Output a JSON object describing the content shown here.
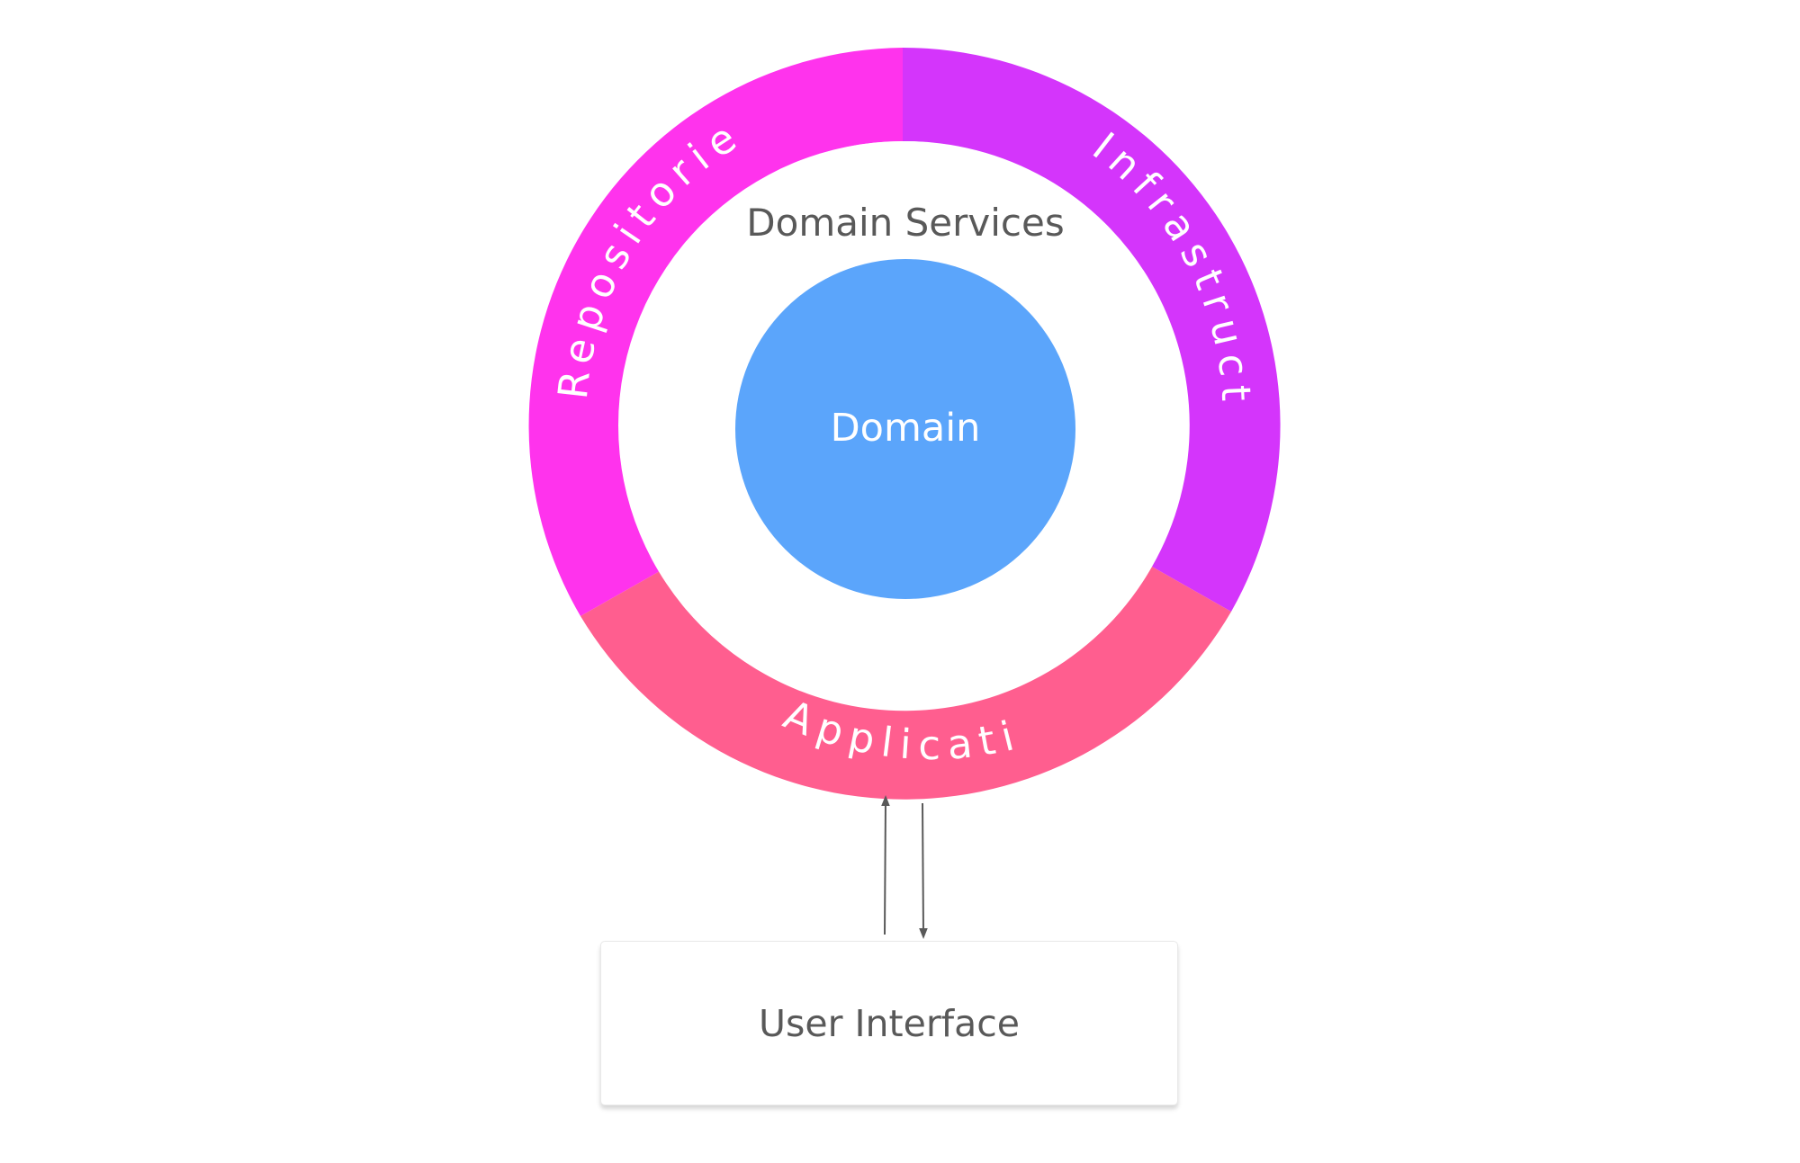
{
  "diagram": {
    "center": {
      "label": "Domain"
    },
    "middle_layer": {
      "label": "Domain Services"
    },
    "outer_ring": {
      "segments": [
        {
          "label": "Repositories"
        },
        {
          "label": "Infrastructure"
        },
        {
          "label": "Application"
        }
      ]
    },
    "external": {
      "label": "User Interface"
    },
    "colors": {
      "domain": "#5ba5fb",
      "repositories": "#ff33ed",
      "infrastructure": "#d435fb",
      "application": "#ff5e8f",
      "services_text": "#595959",
      "arrows": "#595959"
    }
  }
}
